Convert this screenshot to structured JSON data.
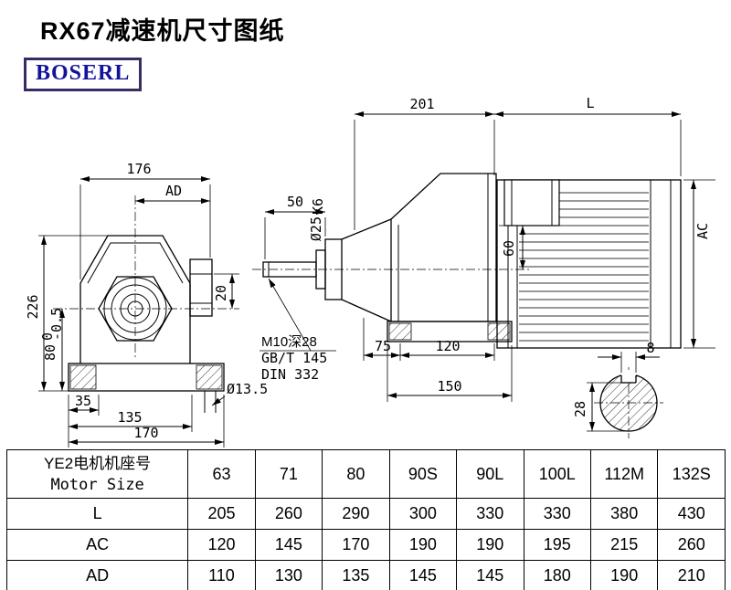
{
  "page": {
    "title": "RX67减速机尺寸图纸",
    "logo_text": "BOSERL"
  },
  "colors": {
    "logo_border": "#3a2b63",
    "logo_text_color": "#12129b",
    "line_color": "#000000"
  },
  "front_view": {
    "dim_width": "176",
    "dim_ad": "AD",
    "dim_height": "226",
    "dim_axis_height": "80",
    "tol_upper": "0",
    "tol_lower": "-0.5",
    "dim_foot_offset": "35",
    "dim_foot_span": "135",
    "dim_base_width": "170",
    "dim_side_box": "20",
    "dim_foot_hole": "Ø13.5"
  },
  "side_view": {
    "dim_gear_unit_length": "201",
    "dim_motor_length": "L",
    "dim_shaft_length": "50",
    "shaft_dia": "Ø25",
    "shaft_fit": "K6",
    "dim_center_offset": "60",
    "dim_motor_diameter": "AC",
    "thread_note": "M10深28",
    "std_note1": "GB/T 145",
    "std_note2": "DIN 332",
    "dim_foot_front": "75",
    "dim_foot_pitch": "120",
    "dim_foot_total": "150"
  },
  "section_view": {
    "key_width": "8",
    "key_height": "28"
  },
  "table": {
    "header_cn": "YE2电机机座号",
    "header_en": "Motor Size",
    "sizes": [
      "63",
      "71",
      "80",
      "90S",
      "90L",
      "100L",
      "112M",
      "132S"
    ],
    "rows": [
      {
        "label": "L",
        "values": [
          "205",
          "260",
          "290",
          "300",
          "330",
          "330",
          "380",
          "430"
        ]
      },
      {
        "label": "AC",
        "values": [
          "120",
          "145",
          "170",
          "190",
          "190",
          "195",
          "215",
          "260"
        ]
      },
      {
        "label": "AD",
        "values": [
          "110",
          "130",
          "135",
          "145",
          "145",
          "180",
          "190",
          "210"
        ]
      }
    ]
  }
}
